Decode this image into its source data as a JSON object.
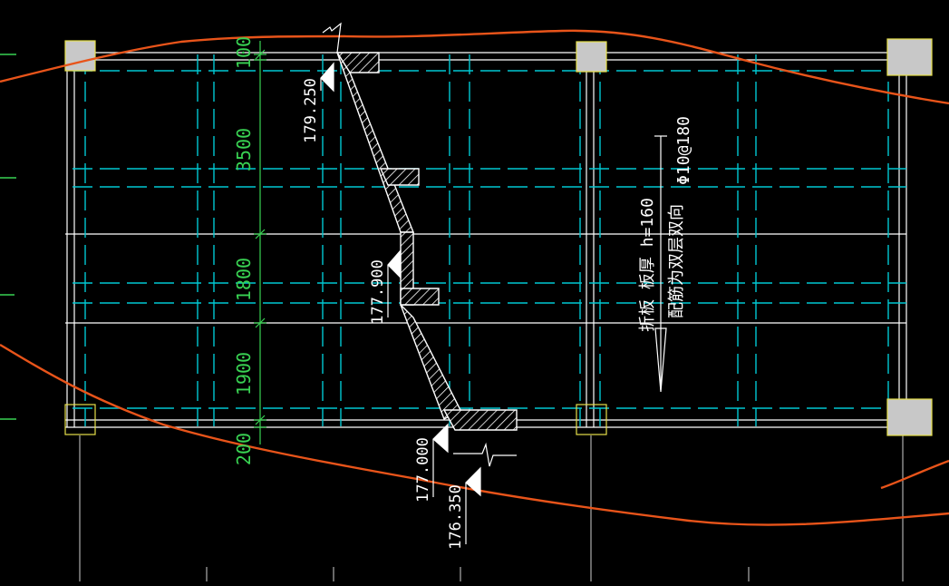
{
  "drawing": {
    "background": "#000000",
    "colors": {
      "beam_dashed": "#00c8d2",
      "contour": "#e8541a",
      "dimension": "#39d353",
      "column_fill": "#c8c8c8",
      "column_stroke": "#e6e04a",
      "line_white": "#ffffff"
    },
    "dimensions": [
      "100",
      "3500",
      "1800",
      "1900",
      "200"
    ],
    "elevations": [
      "179.250",
      "177.900",
      "177.000",
      "176.350"
    ],
    "slab_note": {
      "line1": "折板 板厚 h=160",
      "line2": "配筋为双层双向",
      "line3": "Φ10@180"
    }
  }
}
